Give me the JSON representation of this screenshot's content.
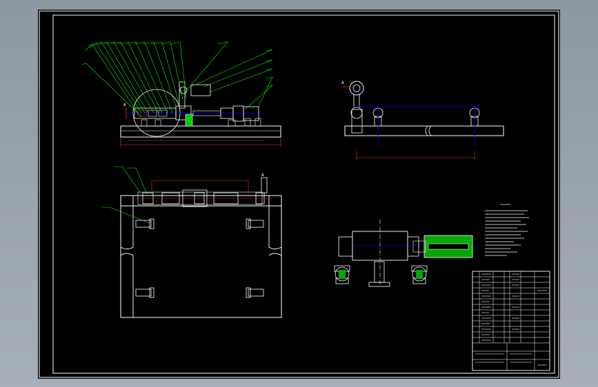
{
  "drawing": {
    "section_markers": {
      "front_view_mark": "A",
      "side_view_mark": "A",
      "bottom_view_mark": "A"
    },
    "colors": {
      "background": "#000000",
      "outline": "#ffffff",
      "leader": "#00ff00",
      "centerline": "#0000ff",
      "dimension": "#ff0000",
      "hatch": "#00cc00"
    }
  }
}
